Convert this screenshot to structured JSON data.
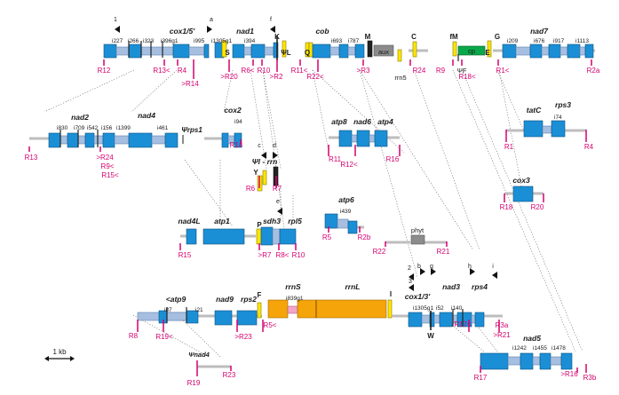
{
  "scale_bar": {
    "label": "1 kb"
  },
  "colors": {
    "exon": "#1b8fd6",
    "exon_stroke": "#0a4f80",
    "intron": "#a6bfe0",
    "intron_stroke": "#5a7fb0",
    "trna": "#ffe600",
    "rrna": "#f5a40a",
    "cp": "#0aa84a",
    "grey": "#bdbdbd",
    "dark_grey": "#8c8c8c",
    "marker": "#d6006f",
    "marker_light": "#f3a6c8",
    "text": "#1a1a1a"
  },
  "groups": {
    "g1": {
      "arrow_labels": [
        "1",
        "a",
        "f"
      ],
      "genes": [
        "cox1/5'",
        "nad1",
        "cob",
        "nad7"
      ],
      "introns": [
        "i227",
        "i266",
        "i323",
        "i396g1",
        "i995",
        "i1305g1",
        "i394",
        "i693",
        "i787",
        "i209",
        "i676",
        "i917",
        "i1113"
      ],
      "trnas": [
        "S",
        "K",
        "ΨL",
        "Q",
        "M",
        "C",
        "fM",
        "G",
        "E"
      ],
      "other": [
        "aux",
        "rrn5",
        "cp",
        "ΨF"
      ],
      "markers": [
        "R12",
        "R13<",
        "R4",
        ">R14",
        ">R20",
        "R6<",
        "R10",
        ">R2",
        "R11<",
        "R22<",
        ">R3",
        "R24",
        "R9",
        "R18<",
        "R1<",
        "R2a"
      ]
    },
    "g2": {
      "genes": [
        "nad2",
        "nad4",
        "Ψrps1",
        "cox2"
      ],
      "introns": [
        "i830",
        "i709",
        "i542",
        "i156",
        "i1399",
        "i461",
        "i94"
      ],
      "markers": [
        "R13",
        ">R24",
        "R9<",
        "R15<",
        "R14"
      ]
    },
    "g3": {
      "genes": [
        "tatC",
        "rps3"
      ],
      "introns": [
        "i74"
      ],
      "markers": [
        "R1",
        "R4"
      ]
    },
    "g4": {
      "genes": [
        "atp8",
        "nad6",
        "atp4"
      ],
      "markers": [
        "R11",
        "R12<",
        "R16"
      ]
    },
    "g5": {
      "arrow_labels": [
        "c",
        "d"
      ],
      "trnas": [
        "Y"
      ],
      "other": [
        "Ψl - rrn"
      ],
      "markers": [
        "R6",
        "R7"
      ]
    },
    "g6": {
      "genes": [
        "cox3"
      ],
      "markers": [
        "R18",
        "R20"
      ]
    },
    "g7": {
      "arrow_labels": [
        "e"
      ],
      "genes": [
        "nad4L",
        "atp1",
        "sdh3",
        "rpl5"
      ],
      "trnas": [
        "P"
      ],
      "markers": [
        "R15",
        ">R7",
        "R8<",
        "R10"
      ]
    },
    "g8": {
      "genes": [
        "atp6"
      ],
      "introns": [
        "i439"
      ],
      "markers": [
        "R5",
        "R2b"
      ]
    },
    "g9": {
      "other": [
        "phyt"
      ],
      "markers": [
        "R22",
        "R21"
      ]
    },
    "g10": {
      "arrow_labels": [
        "2",
        "3",
        "b",
        "g",
        "h",
        "i"
      ],
      "genes": [
        "<atp9",
        "nad9",
        "rps2",
        "rrnS",
        "rrnL",
        "cox1/3'",
        "nad3",
        "rps4"
      ],
      "introns": [
        "i87",
        "i21",
        "i839g1",
        "i1305g1",
        "i52",
        "i140"
      ],
      "trnas": [
        "F",
        "I",
        "W"
      ],
      "markers": [
        "R8",
        "R19<",
        ">R23",
        "R5<",
        "R17<",
        "R3a",
        ">R21"
      ]
    },
    "g11": {
      "genes": [
        "Ψnad4"
      ],
      "markers": [
        "R19",
        "R23"
      ]
    },
    "g12": {
      "genes": [
        "nad5"
      ],
      "introns": [
        "i1242",
        "i1455",
        "i1478"
      ],
      "markers": [
        "R17",
        ">R16",
        "R3b"
      ]
    }
  }
}
